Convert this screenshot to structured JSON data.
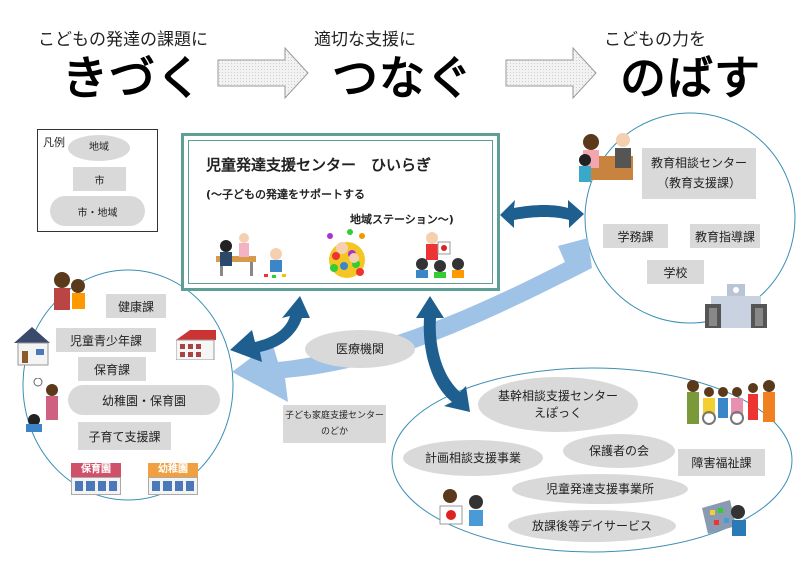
{
  "header": {
    "steps": [
      {
        "caption": "こどもの発達の課題に",
        "keyword": "きづく"
      },
      {
        "caption": "適切な支援に",
        "keyword": "つなぐ"
      },
      {
        "caption": "こどもの力を",
        "keyword": "のばす"
      }
    ]
  },
  "legend": {
    "title": "凡例",
    "items": [
      {
        "shape": "oval",
        "label": "地域"
      },
      {
        "shape": "rect",
        "label": "市"
      },
      {
        "shape": "pill",
        "label": "市・地域"
      }
    ]
  },
  "center": {
    "title": "児童発達支援センター　ひいらぎ",
    "subtitle_line1": "(～子どもの発達をサポートする",
    "subtitle_line2": "地域ステーション～)"
  },
  "education_cluster": {
    "nodes": [
      {
        "label_line1": "教育相談センター",
        "label_line2": "（教育支援課）",
        "shape": "rect"
      },
      {
        "label": "学務課",
        "shape": "rect"
      },
      {
        "label": "教育指導課",
        "shape": "rect"
      },
      {
        "label": "学校",
        "shape": "rect"
      }
    ]
  },
  "childcare_cluster": {
    "nodes": [
      {
        "label": "健康課",
        "shape": "rect"
      },
      {
        "label": "児童青少年課",
        "shape": "rect"
      },
      {
        "label": "保育課",
        "shape": "rect"
      },
      {
        "label": "幼稚園・保育園",
        "shape": "pill"
      },
      {
        "label": "子育て支援課",
        "shape": "rect"
      }
    ],
    "building_signs": [
      "保育園",
      "幼稚園"
    ]
  },
  "middle": {
    "medical": "医療機関",
    "family_center_line1": "子ども家庭支援センター",
    "family_center_line2": "のどか"
  },
  "welfare_cluster": {
    "nodes": [
      {
        "label_line1": "基幹相談支援センター",
        "label_line2": "えぽっく",
        "shape": "oval"
      },
      {
        "label": "計画相談支援事業",
        "shape": "oval"
      },
      {
        "label": "保護者の会",
        "shape": "oval"
      },
      {
        "label": "障害福祉課",
        "shape": "rect"
      },
      {
        "label": "児童発達支援事業所",
        "shape": "oval"
      },
      {
        "label": "放課後等デイサービス",
        "shape": "oval"
      }
    ]
  },
  "colors": {
    "dark_arrow": "#1f5f8f",
    "light_arrow": "#9fc3e6",
    "circle_line": "#3b8fb5",
    "center_border": "#5f9e94",
    "node_fill": "#d9d9d9"
  }
}
